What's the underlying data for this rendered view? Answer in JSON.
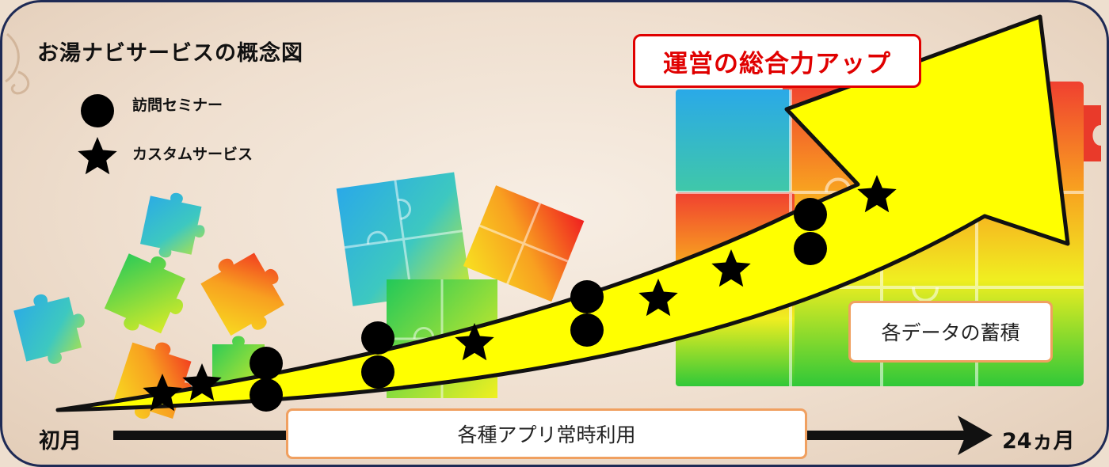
{
  "title": "お湯ナビサービスの概念図",
  "legend": {
    "visit_label": "訪問セミナー",
    "custom_label": "カスタムサービス"
  },
  "callouts": {
    "overall_up": "運営の総合力アップ",
    "data_accumulation": "各データの蓄積",
    "apps_always": "各種アプリ常時利用"
  },
  "timeline": {
    "start": "初月",
    "end": "24ヵ月"
  },
  "colors": {
    "arrow_fill": "#ffff00",
    "callout_red": "#e00000",
    "box_border": "#f0a060",
    "frame_border": "#1e2a55"
  },
  "markers": [
    "star",
    "star",
    "double-circle",
    "double-circle",
    "star",
    "double-circle",
    "star",
    "star",
    "double-circle",
    "star"
  ]
}
